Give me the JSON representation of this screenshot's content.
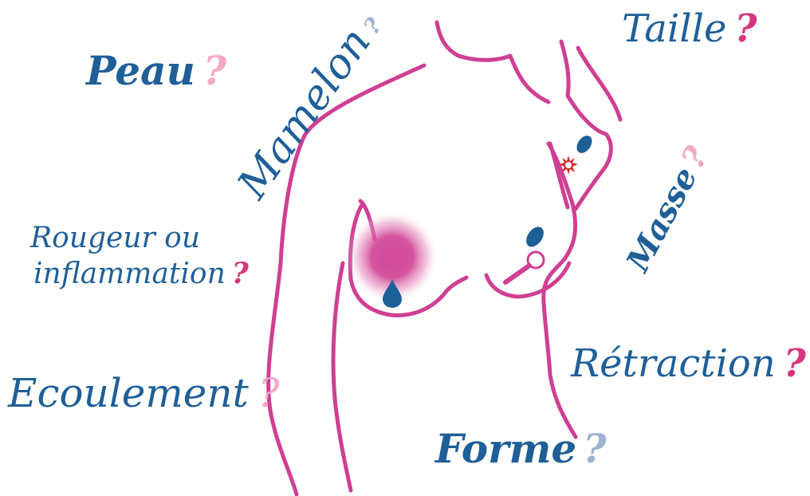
{
  "colors": {
    "outline": "#cf3f93",
    "label_blue": "#1f5f98",
    "question_light_pink": "#f2a7c6",
    "question_gray_blue": "#9fb3d1",
    "question_dark_pink": "#d8357e",
    "star_red": "#d42a2a"
  },
  "labels": {
    "peau": "Peau",
    "mamelon": "Mamelon",
    "taille": "Taille",
    "rougeur_line1": "Rougeur ou",
    "rougeur_line2": "inflammation",
    "masse": "Masse",
    "ecoulement": "Ecoulement",
    "retraction": "Rétraction",
    "forme": "Forme"
  },
  "question_mark": "?",
  "icons": [
    "torso-outline",
    "redness-glow",
    "drop-icon",
    "nipple-drop-icon",
    "armpit-drop-icon",
    "star-burst-icon",
    "magnifier-icon"
  ]
}
